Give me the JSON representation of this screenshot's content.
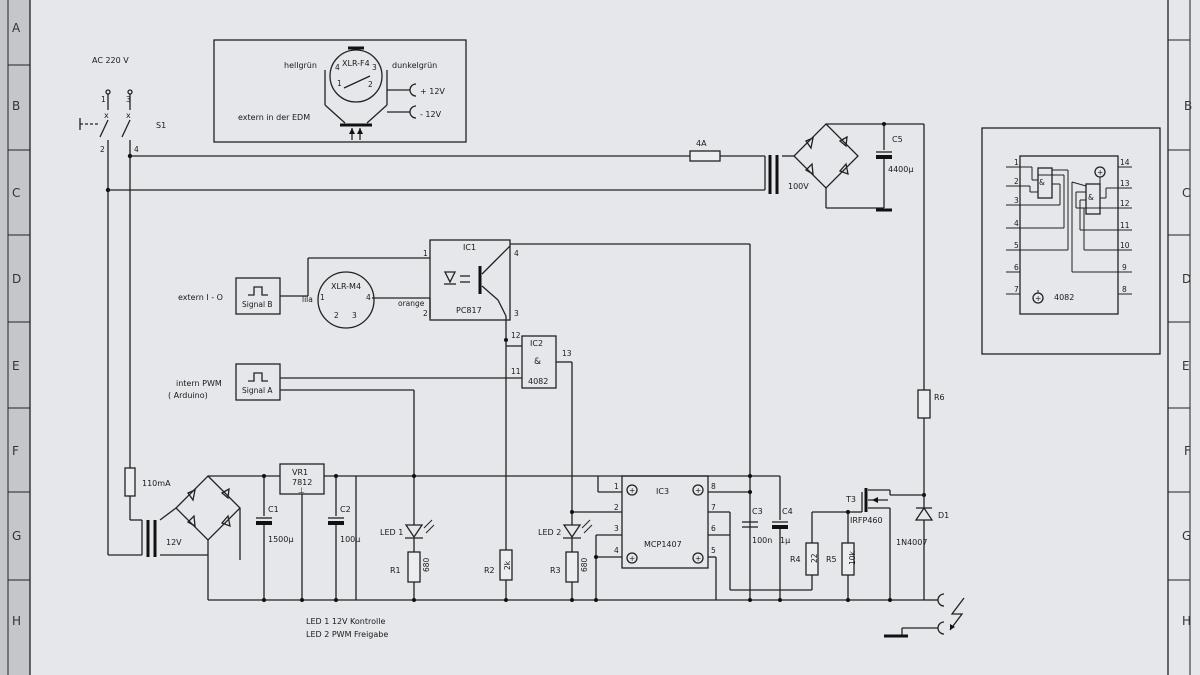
{
  "frame": {
    "rows_left": [
      "A",
      "B",
      "C",
      "D",
      "E",
      "F",
      "G",
      "H"
    ],
    "rows_right": [
      "B",
      "C",
      "D",
      "E",
      "F",
      "G",
      "H"
    ]
  },
  "mains": {
    "ac": "AC  220 V",
    "pin1": "1",
    "pin3": "3",
    "pin2": "2",
    "pin4": "4",
    "switch": "S1"
  },
  "xlr_f4": {
    "name": "XLR-F4",
    "left": "hellgrün",
    "right": "dunkelgrün",
    "plus": "+ 12V",
    "minus": "- 12V",
    "extern": "extern in der EDM",
    "p4": "4",
    "p3": "3",
    "p1": "1",
    "p2": "2"
  },
  "fuse_main": "4A",
  "transformer_top": "100V",
  "c5": {
    "name": "C5",
    "value": "4400µ"
  },
  "ic1": {
    "name": "IC1",
    "type": "PC817",
    "p1": "1",
    "p2": "2",
    "p3": "3",
    "p4": "4"
  },
  "xlr_m4": {
    "name": "XLR-M4",
    "lila": "lila",
    "orange": "orange",
    "p1": "1",
    "p2": "2",
    "p3": "3",
    "p4": "4"
  },
  "signal_b": {
    "name": "Signal B",
    "label": "extern  I - O"
  },
  "signal_a": {
    "name": "Signal A",
    "label1": "intern  PWM",
    "label2": "( Arduino)"
  },
  "ic2": {
    "name": "IC2",
    "sym": "&",
    "type": "4082",
    "p11": "11",
    "p12": "12",
    "p13": "13"
  },
  "r6": "R6",
  "fuse_small": "110mA",
  "transformer_bottom": "12V",
  "c1": {
    "name": "C1",
    "value": "1500µ"
  },
  "vr1": {
    "name": "VR1",
    "type": "7812"
  },
  "c2": {
    "name": "C2",
    "value": "100µ"
  },
  "led1": "LED 1",
  "r1": {
    "name": "R1",
    "value": "680"
  },
  "r2": {
    "name": "R2",
    "value": "2k"
  },
  "led2": "LED 2",
  "r3": {
    "name": "R3",
    "value": "680"
  },
  "ic3": {
    "name": "IC3",
    "type": "MCP1407",
    "p1": "1",
    "p2": "2",
    "p3": "3",
    "p4": "4",
    "p5": "5",
    "p6": "6",
    "p7": "7",
    "p8": "8"
  },
  "c3": {
    "name": "C3",
    "value": "100n"
  },
  "c4": {
    "name": "C4",
    "value": "1µ"
  },
  "t3": {
    "name": "T3",
    "type": "IRFP460"
  },
  "r4": {
    "name": "R4",
    "value": "22"
  },
  "r5": {
    "name": "R5",
    "value": "10k"
  },
  "d1": {
    "name": "D1",
    "type": "1N4007"
  },
  "legend": {
    "l1": "LED 1  12V Kontrolle",
    "l2": "LED 2  PWM Freigabe"
  },
  "pinout": {
    "name": "4082",
    "left": [
      "1",
      "2",
      "3",
      "4",
      "5",
      "6",
      "7"
    ],
    "right": [
      "14",
      "13",
      "12",
      "11",
      "10",
      "9",
      "8"
    ]
  }
}
